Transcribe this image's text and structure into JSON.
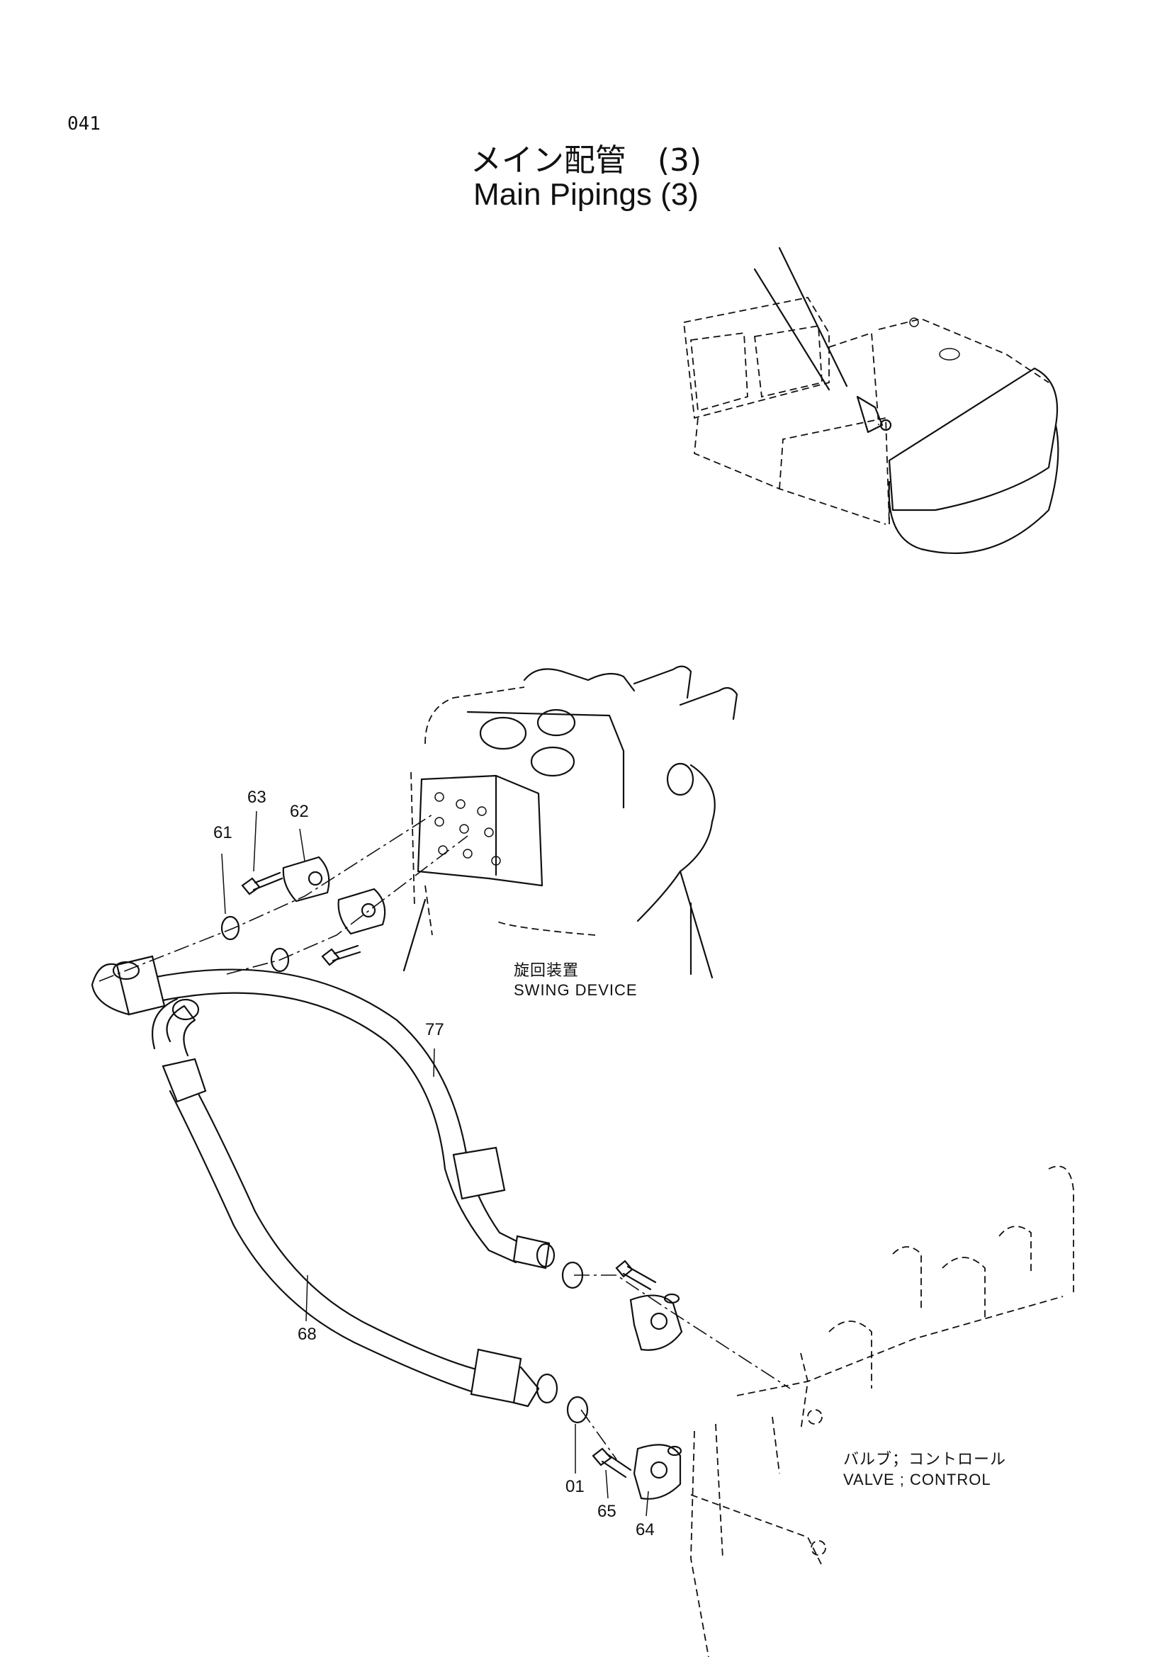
{
  "page_number": "041",
  "title_jp": "メイン配管　(3)",
  "title_en": "Main Pipings (3)",
  "labels": {
    "swing_jp": "旋回装置",
    "swing_en": "SWING DEVICE",
    "valve_jp": "バルブ；コントロール",
    "valve_en": "VALVE ; CONTROL"
  },
  "callouts": {
    "p61": "61",
    "p62": "62",
    "p63": "63",
    "p77": "77",
    "p68": "68",
    "p01": "01",
    "p65": "65",
    "p64": "64"
  }
}
